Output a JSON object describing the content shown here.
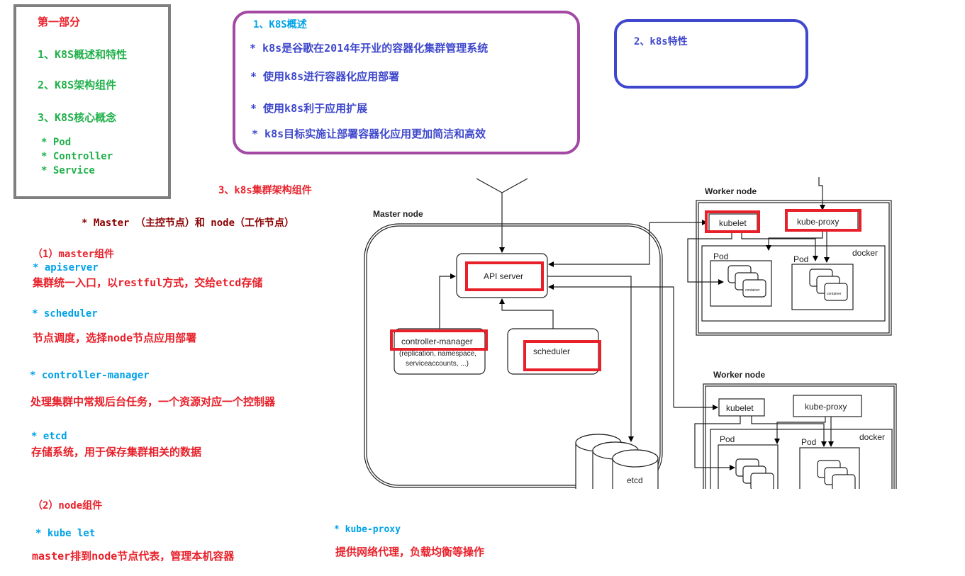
{
  "outline": {
    "title": "第一部分",
    "items": [
      "1、K8S概述和特性",
      "2、K8S架构组件",
      "3、K8S核心概念"
    ],
    "concepts": [
      "* Pod",
      "* Controller",
      "* Service"
    ]
  },
  "overview": {
    "title": "1、K8S概述",
    "points": [
      "* k8s是谷歌在2014年开业的容器化集群管理系统",
      "* 使用k8s进行容器化应用部署",
      "* 使用k8s利于应用扩展",
      "* k8s目标实施让部署容器化应用更加简洁和高效"
    ]
  },
  "features": {
    "title": "2、k8s特性"
  },
  "architecture": {
    "title": "3、k8s集群架构组件",
    "summary": "* Master （主控节点）和 node（工作节点）",
    "master_section": {
      "heading": "（1）master组件",
      "components": [
        {
          "name": "* apiserver",
          "desc": "集群统一入口，以restful方式，交给etcd存储"
        },
        {
          "name": "* scheduler",
          "desc": "节点调度，选择node节点应用部署"
        },
        {
          "name": "* controller-manager",
          "desc": "处理集群中常规后台任务，一个资源对应一个控制器"
        },
        {
          "name": "* etcd",
          "desc": "存储系统，用于保存集群相关的数据"
        }
      ]
    },
    "node_section": {
      "heading": "（2）node组件",
      "components": [
        {
          "name": "* kube let",
          "desc": "master排到node节点代表，管理本机容器"
        },
        {
          "name": "* kube-proxy",
          "desc": "提供网络代理，负载均衡等操作"
        }
      ]
    }
  },
  "diagram": {
    "master_label": "Master node",
    "api_server": "API server",
    "controller_manager": "controller-manager",
    "controller_manager_sub1": "(replication, namespace,",
    "controller_manager_sub2": "serviceaccounts, ...)",
    "scheduler": "scheduler",
    "etcd": "etcd",
    "worker_label": "Worker node",
    "kubelet": "kubelet",
    "kube_proxy": "kube-proxy",
    "pod": "Pod",
    "docker": "docker",
    "container": "container",
    "highlight_color": "#e8202a"
  }
}
